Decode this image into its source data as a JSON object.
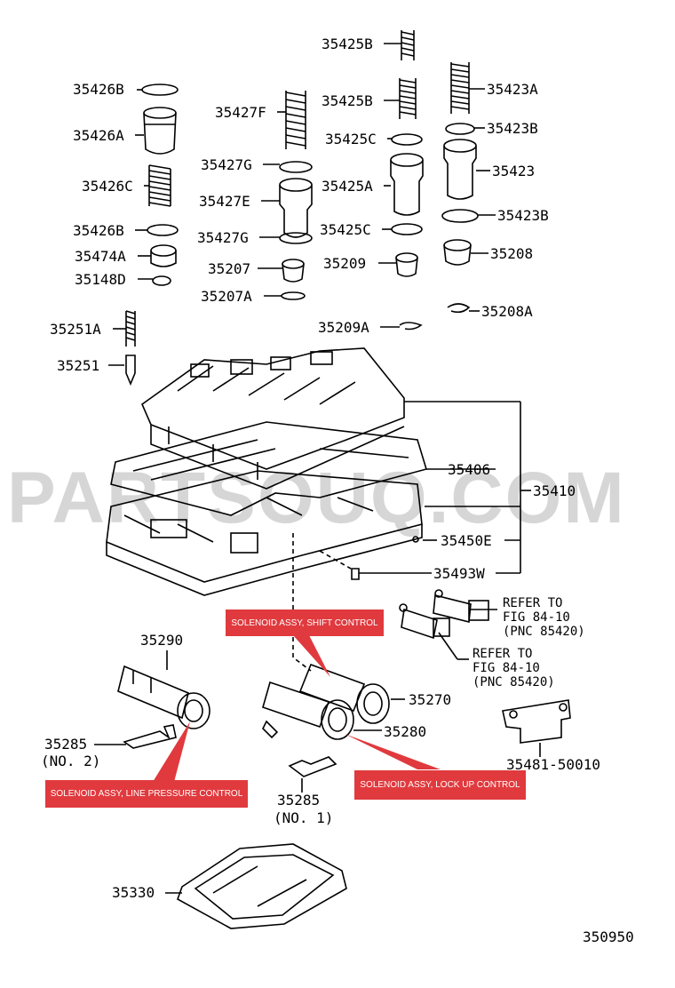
{
  "watermark": "PARTSOUQ.COM",
  "parts": {
    "p35425B_top": "35425B",
    "p35426B_top": "35426B",
    "p35423A": "35423A",
    "p35427F": "35427F",
    "p35425B_mid": "35425B",
    "p35426A": "35426A",
    "p35423B_top": "35423B",
    "p35425C_top": "35425C",
    "p35427G_top": "35427G",
    "p35423": "35423",
    "p35426C": "35426C",
    "p35425A": "35425A",
    "p35427E": "35427E",
    "p35423B_bot": "35423B",
    "p35426B_bot": "35426B",
    "p35425C_bot": "35425C",
    "p35427G_bot": "35427G",
    "p35474A": "35474A",
    "p35208": "35208",
    "p35207": "35207",
    "p35209": "35209",
    "p35148D": "35148D",
    "p35207A": "35207A",
    "p35208A": "35208A",
    "p35251A": "35251A",
    "p35209A": "35209A",
    "p35251": "35251",
    "p35406": "35406",
    "p35410": "35410",
    "p35450E": "35450E",
    "p35493W": "35493W",
    "refer1_line1": "REFER TO",
    "refer1_line2": "FIG 84-10",
    "refer1_line3": "(PNC 85420)",
    "refer2_line1": "REFER TO",
    "refer2_line2": "FIG 84-10",
    "refer2_line3": "(PNC 85420)",
    "p35290": "35290",
    "p35270": "35270",
    "p35280": "35280",
    "p35285_no2": "35285",
    "no2": "(NO. 2)",
    "p35481": "35481-50010",
    "p35285_no1": "35285",
    "no1": "(NO. 1)",
    "p35330": "35330",
    "figure_number": "350950"
  },
  "callouts": {
    "shift": "SOLENOID ASSY, SHIFT CONTROL",
    "line_pressure": "SOLENOID ASSY, LINE PRESSURE CONTROL",
    "lock_up": "SOLENOID ASSY, LOCK UP CONTROL"
  },
  "colors": {
    "callout_bg": "#e03a3e",
    "callout_text": "#ffffff",
    "watermark": "#d6d6d6",
    "ink": "#000000"
  }
}
